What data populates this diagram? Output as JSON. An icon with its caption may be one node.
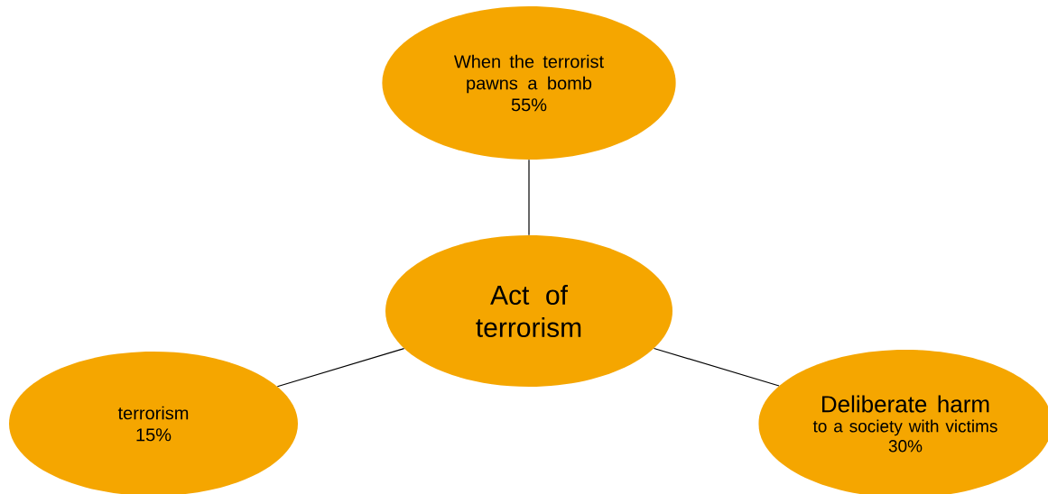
{
  "diagram": {
    "nodes": [
      {
        "text": [
          "Act of terrorism"
        ]
      },
      {
        "text": [
          "When the terrorist pawns a bomb",
          "55%"
        ]
      },
      {
        "text": [
          "terrorism",
          "15%"
        ]
      },
      {
        "text": [
          "Deliberate harm",
          "to a society with victims",
          "30%"
        ]
      }
    ],
    "edges": [
      {
        "from": 0,
        "to": 1,
        "arrow": "none"
      },
      {
        "from": 0,
        "to": 2,
        "arrow": "none"
      },
      {
        "from": 0,
        "to": 3,
        "arrow": "none"
      }
    ]
  }
}
